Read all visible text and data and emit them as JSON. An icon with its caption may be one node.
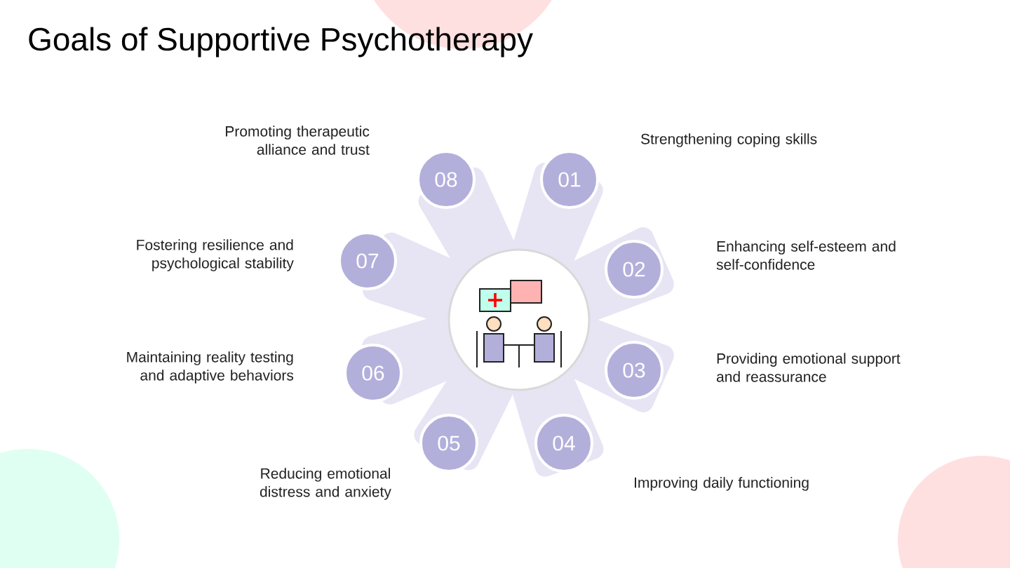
{
  "diagram": {
    "title": "Goals of Supportive Psychotherapy",
    "nodes": [
      {
        "text": [],
        "shape": "picture"
      },
      {
        "text": [
          "01"
        ],
        "beside": [
          "Strengthening coping skills"
        ]
      },
      {
        "text": [
          "02"
        ],
        "beside": [
          "Enhancing self-esteem and self-confidence"
        ]
      },
      {
        "text": [
          "03"
        ],
        "beside": [
          "Providing emotional support and reassurance"
        ]
      },
      {
        "text": [
          "04"
        ],
        "beside": [
          "Improving daily functioning"
        ]
      },
      {
        "text": [
          "05"
        ],
        "beside": [
          "Reducing emotional distress and anxiety"
        ]
      },
      {
        "text": [
          "06"
        ],
        "beside": [
          "Maintaining reality testing and adaptive behaviors"
        ]
      },
      {
        "text": [
          "07"
        ],
        "beside": [
          "Fostering resilience and psychological stability"
        ]
      },
      {
        "text": [
          "08"
        ],
        "beside": [
          "Promoting therapeutic alliance and trust"
        ]
      }
    ]
  }
}
